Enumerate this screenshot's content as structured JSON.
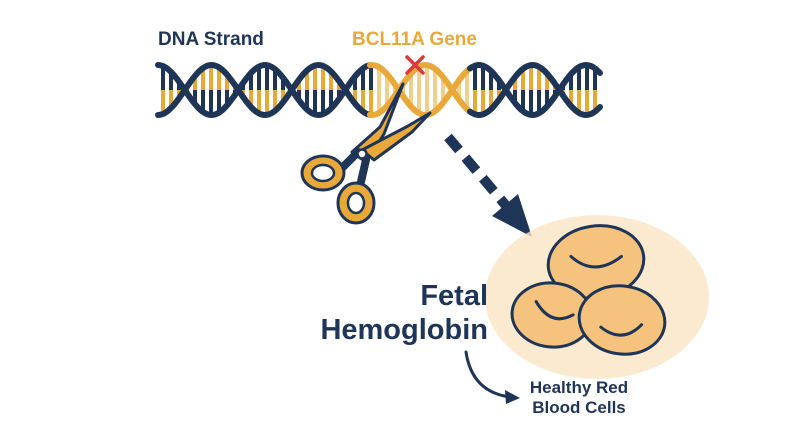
{
  "labels": {
    "dna_strand": "DNA Strand",
    "gene": "BCL11A Gene",
    "fetal_hemoglobin": "Fetal Hemoglobin",
    "healthy_cells": "Healthy Red Blood Cells"
  },
  "colors": {
    "navy": "#1f3557",
    "gold": "#e8a93a",
    "light_gold": "#f3cf8a",
    "cell_fill": "#f5c37d",
    "cell_glow": "#fbe5c4",
    "cut_mark": "#d93a3a"
  },
  "icons": {
    "cut_mark": "x-mark-icon",
    "tool": "scissors-icon",
    "cells": "red-blood-cell-icon"
  }
}
